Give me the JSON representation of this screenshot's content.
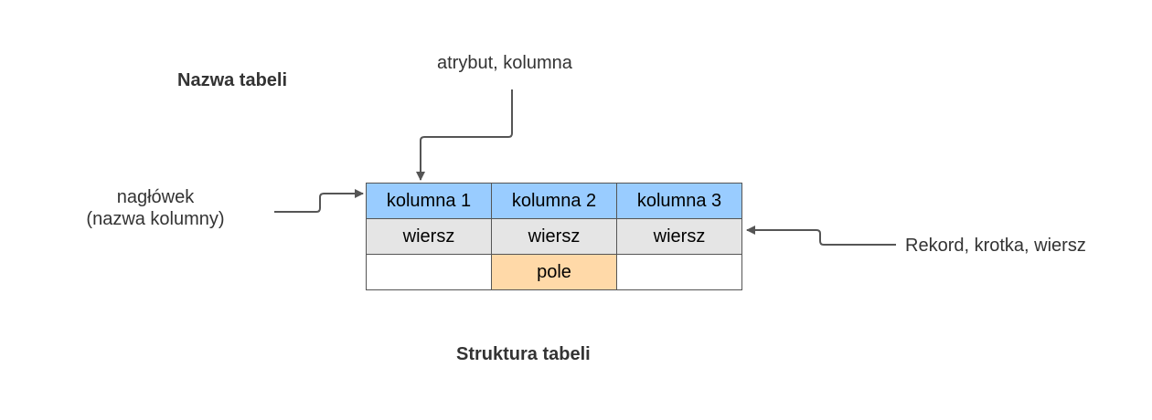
{
  "labels": {
    "table_name": "Nazwa tabeli",
    "attribute": "atrybut, kolumna",
    "header_line1": "nagłówek",
    "header_line2": "(nazwa kolumny)",
    "record": "Rekord, krotka, wiersz",
    "structure": "Struktura tabeli"
  },
  "table": {
    "header": [
      "kolumna 1",
      "kolumna 2",
      "kolumna 3"
    ],
    "rows": [
      [
        "wiersz",
        "wiersz",
        "wiersz"
      ],
      [
        "",
        "pole",
        ""
      ]
    ]
  },
  "colors": {
    "header_fill": "#99ccff",
    "row_fill": "#e5e5e5",
    "field_fill": "#ffd9a8",
    "arrow": "#555555"
  }
}
